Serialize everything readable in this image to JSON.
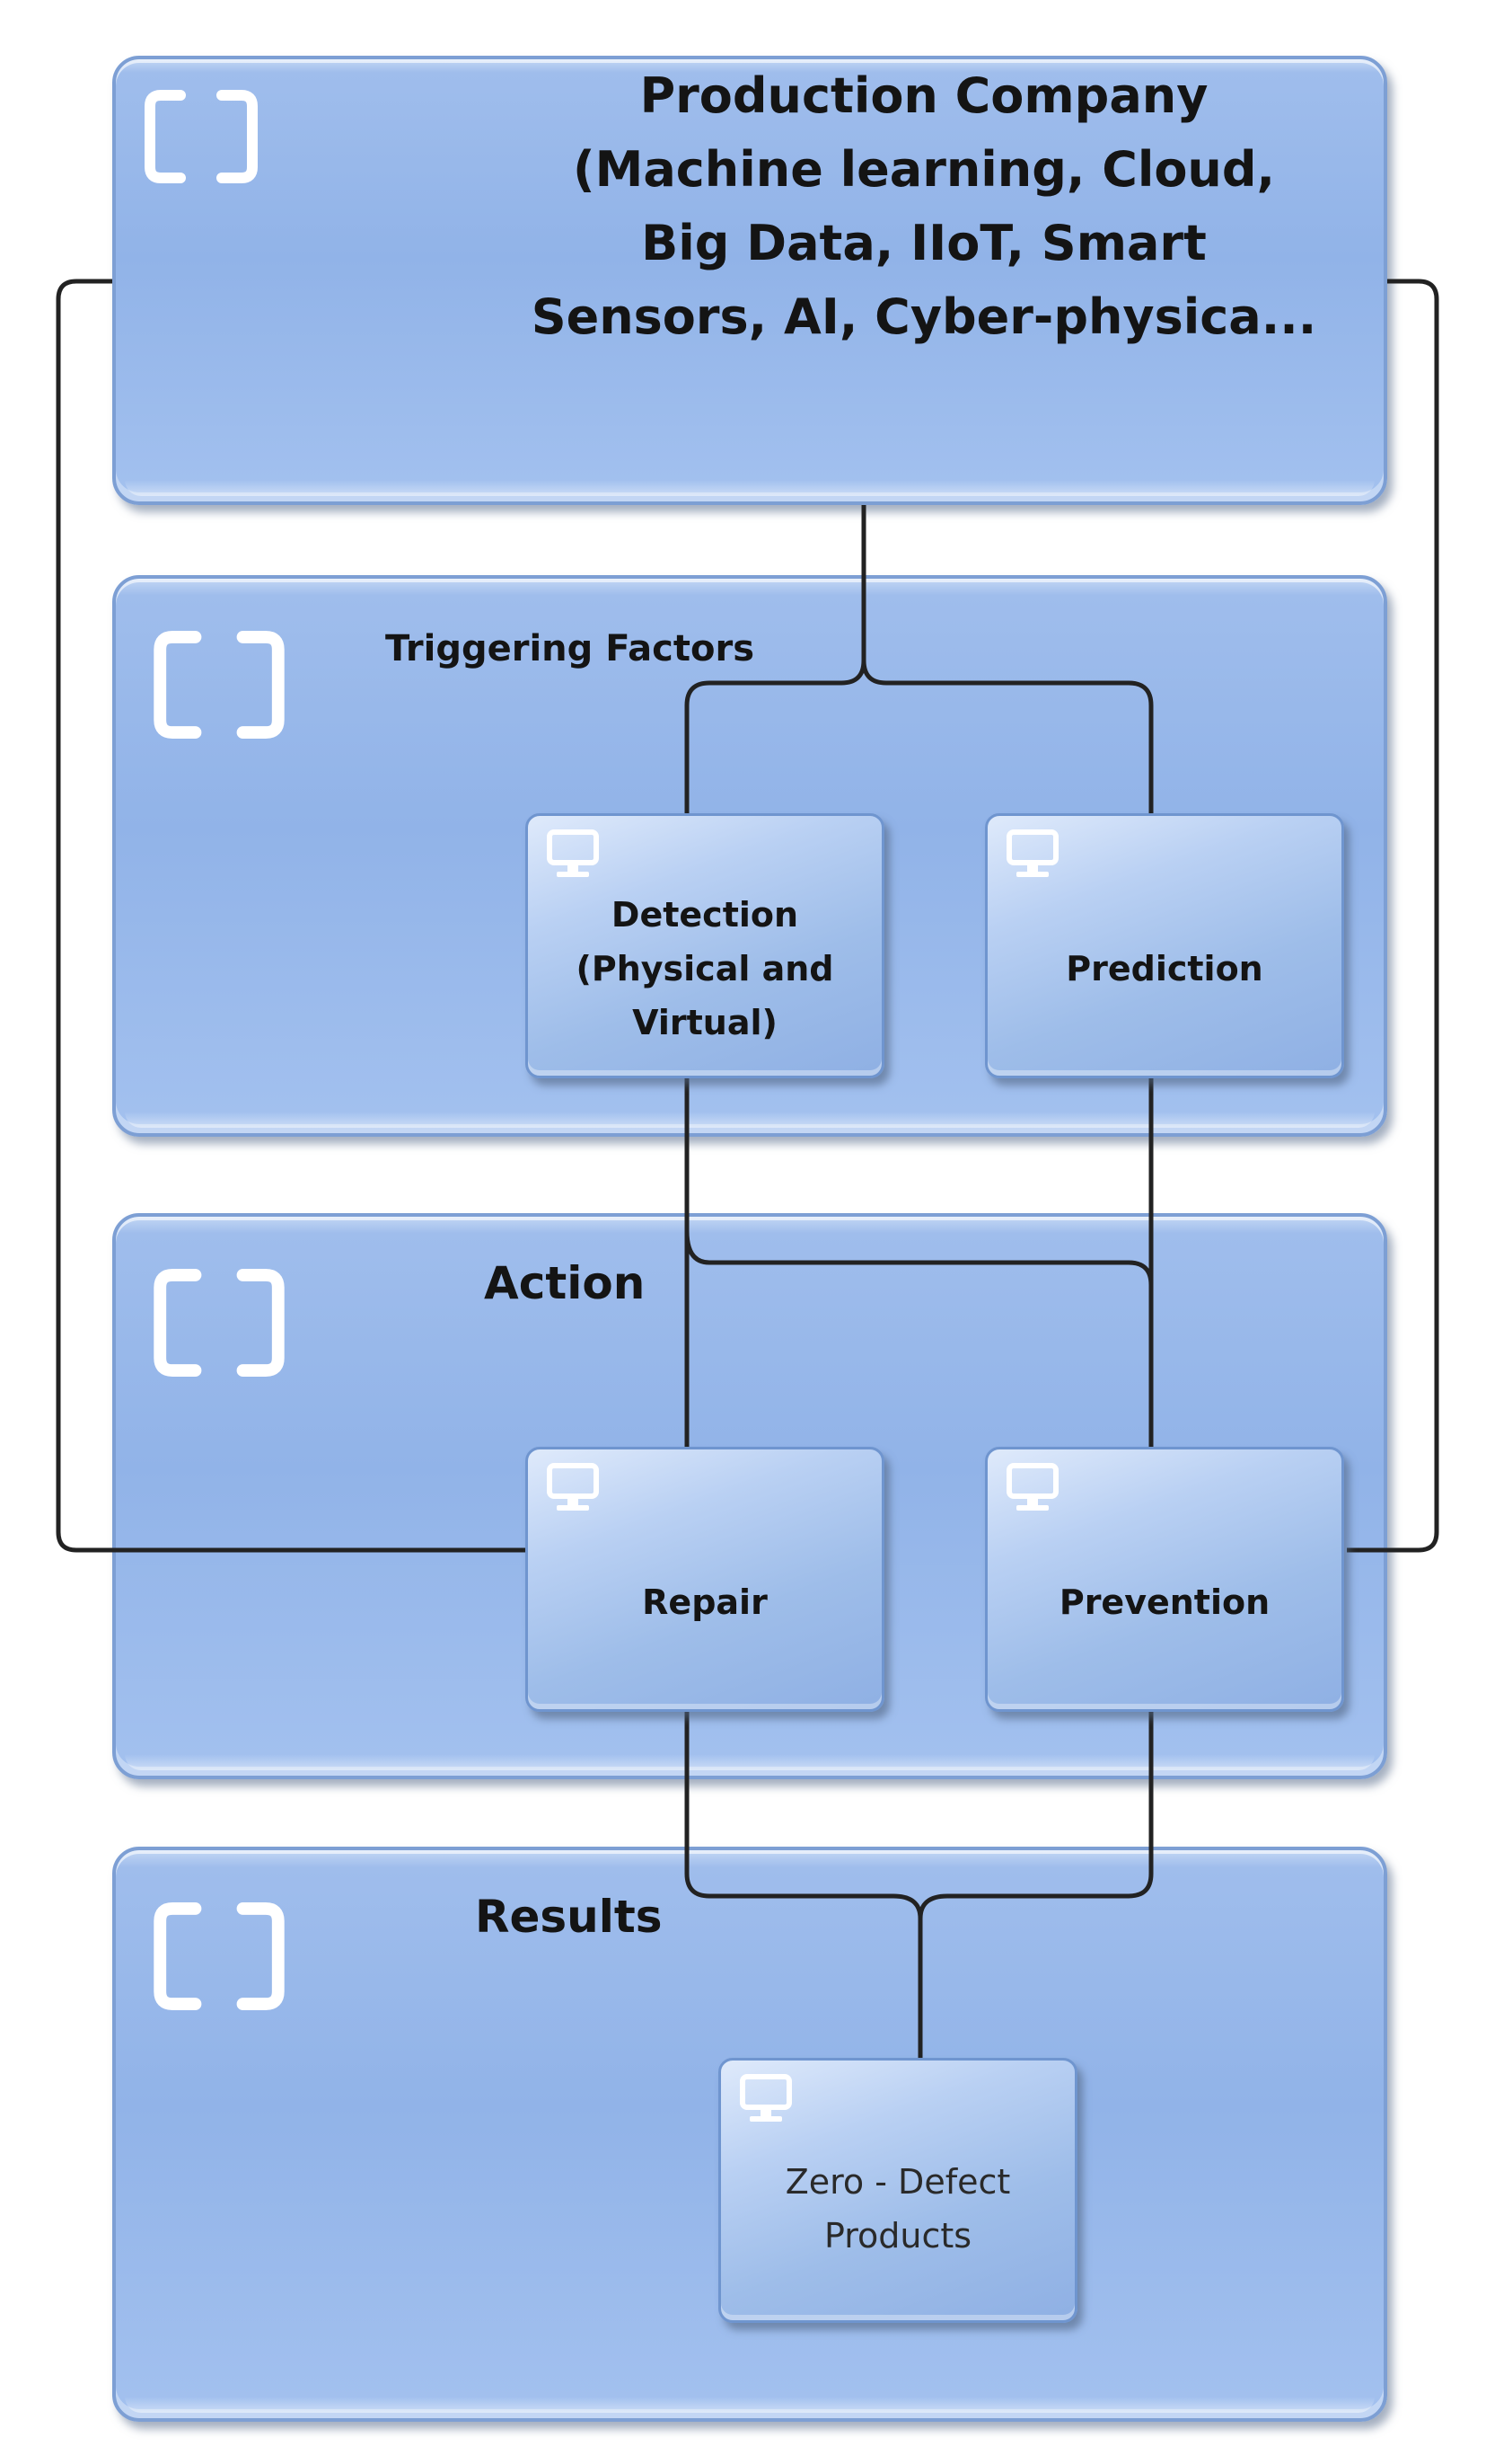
{
  "groups": {
    "production": {
      "title": "Production Company\n(Machine learning, Cloud,\nBig Data, IIoT, Smart\nSensors, AI, Cyber-physica..."
    },
    "triggering": {
      "title": "Triggering Factors"
    },
    "action": {
      "title": "Action"
    },
    "results": {
      "title": "Results"
    }
  },
  "nodes": {
    "detection": {
      "label": "Detection\n(Physical and\nVirtual)"
    },
    "prediction": {
      "label": "Prediction"
    },
    "repair": {
      "label": "Repair"
    },
    "prevention": {
      "label": "Prevention"
    },
    "zero_defect": {
      "label": "Zero - Defect\nProducts"
    }
  },
  "colors": {
    "group_fill": "#91b3e8",
    "node_fill": "#a8c4ee",
    "connector": "#222222",
    "icon": "#ffffff"
  },
  "icons": {
    "group": "bracket-frame-icon",
    "node": "monitor-icon"
  }
}
